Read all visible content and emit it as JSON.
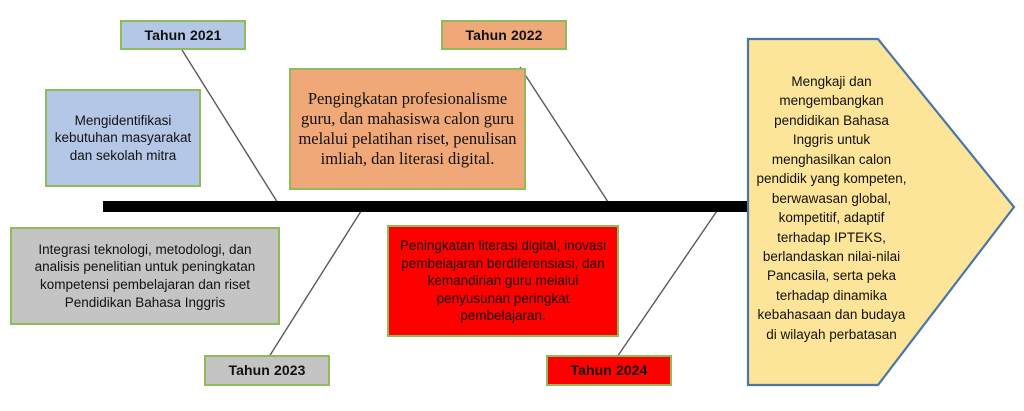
{
  "diagram": {
    "type": "fishbone-timeline",
    "title_visible": false,
    "colors": {
      "spine": "#000000",
      "node_border": "#8fbc5a",
      "blue": "#b4c7e7",
      "orange": "#f0a878",
      "gray": "#c4c4c4",
      "red": "#fe0000",
      "goal_fill": "#fce498",
      "goal_border": "#4a76a8",
      "connector": "#595959"
    },
    "year_labels": [
      {
        "id": "y2021",
        "text": "Tahun 2021",
        "color": "blue"
      },
      {
        "id": "y2022",
        "text": "Tahun 2022",
        "color": "orange"
      },
      {
        "id": "y2023",
        "text": "Tahun 2023",
        "color": "gray"
      },
      {
        "id": "y2024",
        "text": "Tahun 2024",
        "color": "red"
      }
    ],
    "branches": [
      {
        "id": "b2021",
        "year": "Tahun 2021",
        "color": "blue",
        "side": "top",
        "text": "Mengidentifikasi kebutuhan masyarakat dan sekolah mitra"
      },
      {
        "id": "b2022",
        "year": "Tahun 2022",
        "color": "orange",
        "side": "top",
        "text": "Pengingkatan profesionalisme guru, dan mahasiswa calon guru melalui pelatihan riset, penulisan imliah, dan literasi digital."
      },
      {
        "id": "b2023",
        "year": "Tahun 2023",
        "color": "gray",
        "side": "bottom",
        "text": "Integrasi teknologi, metodologi, dan analisis penelitian untuk peningkatan kompetensi pembelajaran dan riset Pendidikan Bahasa Inggris"
      },
      {
        "id": "b2024",
        "year": "Tahun 2024",
        "color": "red",
        "side": "bottom",
        "text": "Peningkatan literasi digital, inovasi pembelajaran berdiferensiasi, dan kemandirian guru melalui penyusunan peringkat pembelajaran."
      }
    ],
    "goal": {
      "id": "goal",
      "shape": "arrow-pentagon",
      "text": "Mengkaji dan mengembangkan pendidikan Bahasa Inggris untuk menghasilkan calon pendidik yang kompeten, berwawasan global, kompetitif, adaptif terhadap IPTEKS, berlandaskan nilai-nilai Pancasila, serta peka terhadap dinamika kebahasaan dan budaya di wilayah perbatasan"
    }
  }
}
